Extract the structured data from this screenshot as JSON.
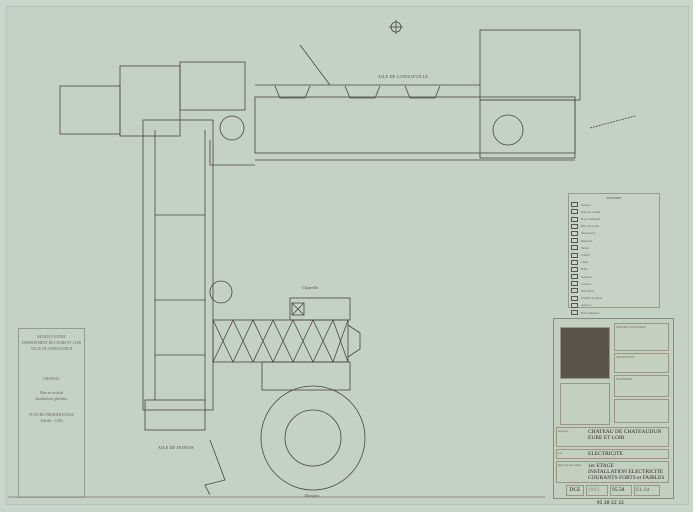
{
  "plan": {
    "wing_north": "AILE DE LONGUEVILLE",
    "wing_west": "AILE DE DUNOIS",
    "chapel": "Chapelle",
    "keep": "Donjon"
  },
  "left_panel": {
    "region": "REGION CENTRE",
    "department": "DEPARTEMENT DE L'EURE ET LOIR",
    "city": "VILLE DE CHATEAUDUN",
    "building": "CHATEAU",
    "works": "Mise en sécurité",
    "works2": "Installations générales",
    "plan_title": "PLAN DU PREMIER ETAGE",
    "scale": "Echelle : 1/200"
  },
  "legend": {
    "title": "LEGENDE",
    "items": [
      "Tableau",
      "Prise de courant",
      "Foyer lumineux",
      "Bloc autonome",
      "Interrupteur",
      "Détecteur",
      "Sirène",
      "Coffret",
      "Câble",
      "Boîte",
      "Sonnerie",
      "Centrale",
      "Dérivation",
      "Chemin de câbles",
      "Armoire",
      "Prise téléphone"
    ]
  },
  "title_block": {
    "owner_head": "MAITRE D'OUVRAGE",
    "architect_head": "ARCHITECTE",
    "engineer_head": "INGENIEUR",
    "site_label": "Ouvrage",
    "site": "CHATEAU DE CHATEAUDUN",
    "site2": "EURE ET LOIR",
    "lot_label": "Lot",
    "lot": "ELECTRICITE",
    "doc_label": "Objet du document",
    "doc_line1": "1er ETAGE",
    "doc_line2": "INSTALLATION ELECTRICITE",
    "doc_line3": "COURANTS FORTS et FAIBLES",
    "phase": "DCE",
    "date": "1993",
    "ref": "95.58",
    "number": "EL 04",
    "stamp": "95 28 22 22"
  }
}
